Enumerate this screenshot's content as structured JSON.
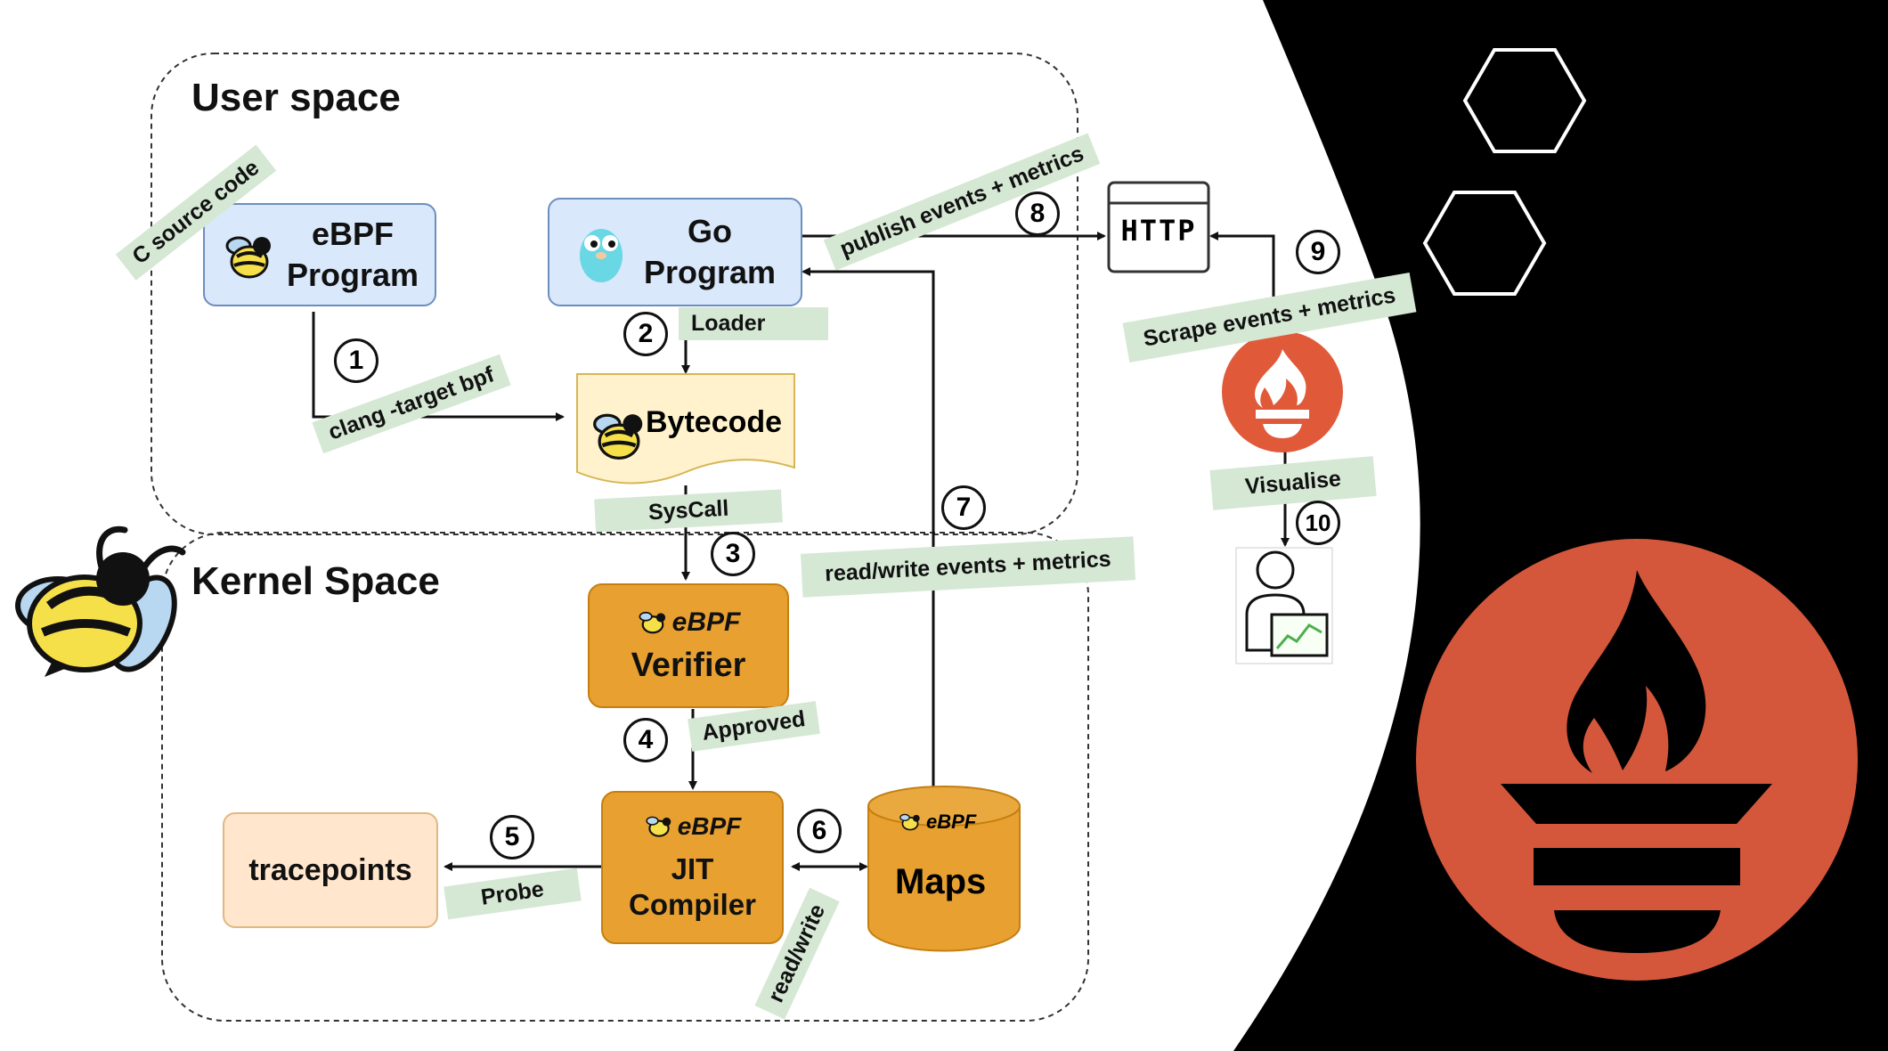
{
  "regions": {
    "user_space": "User space",
    "kernel_space": "Kernel Space"
  },
  "nodes": {
    "ebpf_program": [
      "eBPF",
      "Program"
    ],
    "go_program": [
      "Go",
      "Program"
    ],
    "bytecode": "Bytecode",
    "verifier": {
      "brand": "eBPF",
      "label": "Verifier"
    },
    "jit": {
      "brand": "eBPF",
      "label": [
        "JIT",
        "Compiler"
      ]
    },
    "maps": {
      "brand": "eBPF",
      "label": "Maps"
    },
    "tracepoints": "tracepoints",
    "http": "HTTP"
  },
  "edge_labels": {
    "c_source": "C source code",
    "clang": "clang -target bpf",
    "loader": "Loader",
    "syscall": "SysCall",
    "approved": "Approved",
    "probe": "Probe",
    "read_write": "read/write",
    "read_write_events": "read/write events + metrics",
    "publish": "publish events + metrics",
    "scrape": "Scrape events + metrics",
    "visualise": "Visualise"
  },
  "steps": [
    "1",
    "2",
    "3",
    "4",
    "5",
    "6",
    "7",
    "8",
    "9",
    "10"
  ],
  "colors": {
    "prometheus_orange": "#e05a3a",
    "prometheus_logo": "#d4573b",
    "ebpf_orange": "#e8a131",
    "go_blue": "#dae8fc",
    "label_green": "#d5e8d4",
    "peach": "#ffe6cc"
  },
  "icons": [
    "bee-icon",
    "gopher-icon",
    "prometheus-icon",
    "user-dashboard-icon",
    "hexagon-icon"
  ]
}
